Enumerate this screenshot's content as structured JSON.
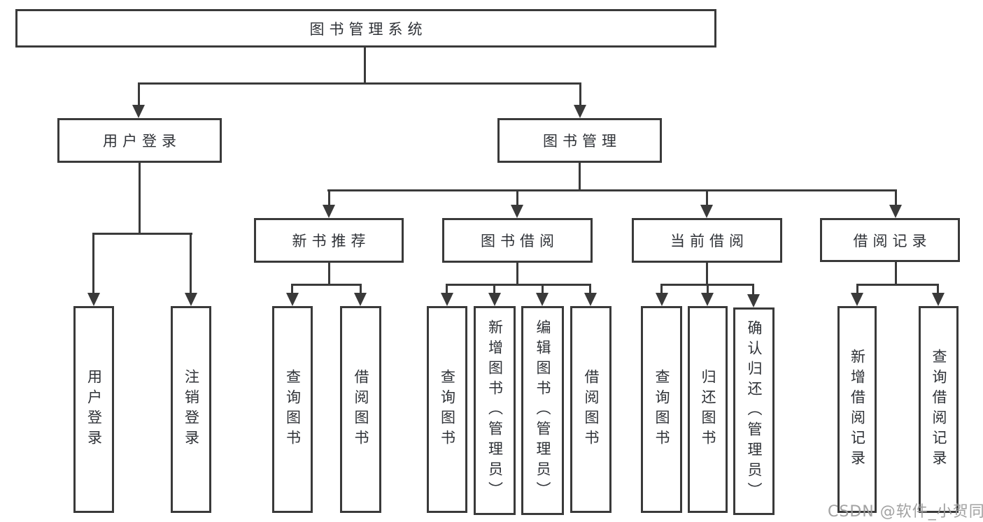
{
  "diagram": {
    "title": "图书管理系统",
    "type": "hierarchy-tree",
    "colors": {
      "line": "#3a3a3a",
      "text": "#2f3237",
      "background": "#ffffff",
      "watermark": "#9b9b9b"
    },
    "nodes": {
      "root": {
        "label": "图书管理系统"
      },
      "login_group": {
        "label": "用户登录"
      },
      "book_mgmt": {
        "label": "图书管理"
      },
      "new_book_rec": {
        "label": "新书推荐"
      },
      "book_borrow": {
        "label": "图书借阅"
      },
      "current_borrow": {
        "label": "当前借阅"
      },
      "borrow_record": {
        "label": "借阅记录"
      },
      "user_login": {
        "label": "用户登录"
      },
      "logout": {
        "label": "注销登录"
      },
      "nbr_query_book": {
        "label": "查询图书"
      },
      "nbr_borrow_book": {
        "label": "借阅图书"
      },
      "bb_query_book": {
        "label": "查询图书"
      },
      "bb_add_book": {
        "label": "新增图书（管理员）"
      },
      "bb_edit_book": {
        "label": "编辑图书（管理员）"
      },
      "bb_borrow_book": {
        "label": "借阅图书"
      },
      "cb_query_book": {
        "label": "查询图书"
      },
      "cb_return_book": {
        "label": "归还图书"
      },
      "cb_confirm_return": {
        "label": "确认归还（管理员）"
      },
      "br_add_record": {
        "label": "新增借阅记录"
      },
      "br_query_record": {
        "label": "查询借阅记录"
      }
    },
    "tree": {
      "label": "图书管理系统",
      "children": [
        {
          "label": "用户登录",
          "children": [
            {
              "label": "用户登录"
            },
            {
              "label": "注销登录"
            }
          ]
        },
        {
          "label": "图书管理",
          "children": [
            {
              "label": "新书推荐",
              "children": [
                {
                  "label": "查询图书"
                },
                {
                  "label": "借阅图书"
                }
              ]
            },
            {
              "label": "图书借阅",
              "children": [
                {
                  "label": "查询图书"
                },
                {
                  "label": "新增图书（管理员）"
                },
                {
                  "label": "编辑图书（管理员）"
                },
                {
                  "label": "借阅图书"
                }
              ]
            },
            {
              "label": "当前借阅",
              "children": [
                {
                  "label": "查询图书"
                },
                {
                  "label": "归还图书"
                },
                {
                  "label": "确认归还（管理员）"
                }
              ]
            },
            {
              "label": "借阅记录",
              "children": [
                {
                  "label": "新增借阅记录"
                },
                {
                  "label": "查询借阅记录"
                }
              ]
            }
          ]
        }
      ]
    }
  },
  "watermark": {
    "text": "CSDN @软件_小贺同学"
  }
}
